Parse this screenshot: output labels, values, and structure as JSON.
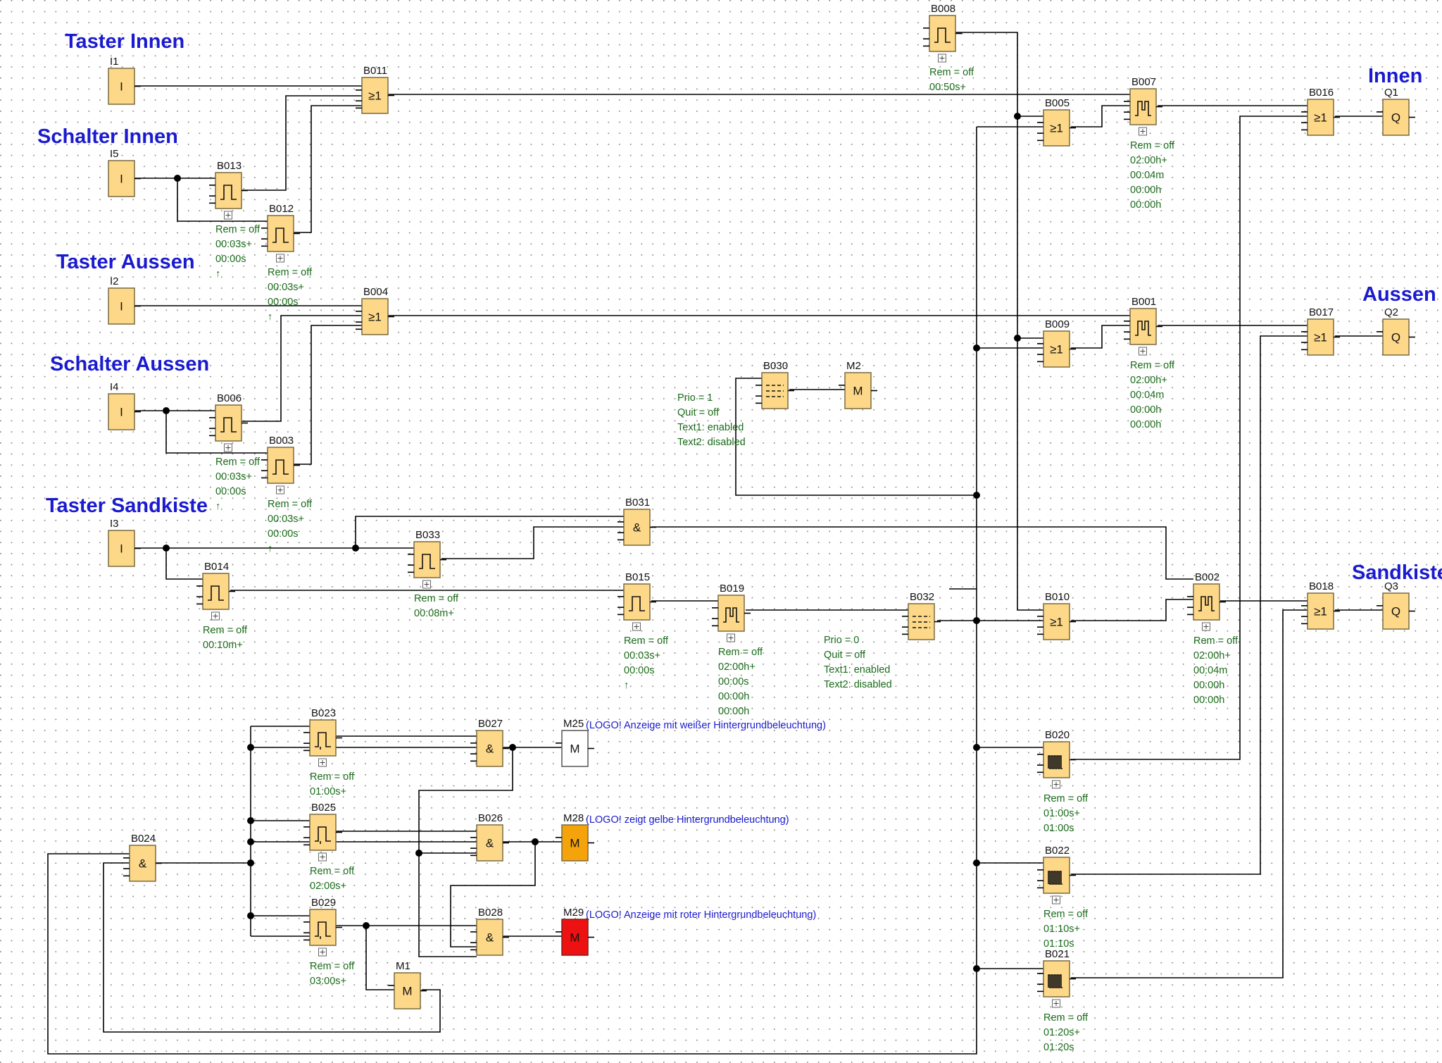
{
  "headers": {
    "taster_innen": "Taster Innen",
    "schalter_innen": "Schalter Innen",
    "taster_aussen": "Taster Aussen",
    "schalter_aussen": "Schalter Aussen",
    "taster_sandkiste": "Taster Sandkiste",
    "innen": "Innen",
    "aussen": "Aussen",
    "sandkiste": "Sandkiste"
  },
  "blocks": [
    {
      "id": "I1",
      "label": "I1",
      "symbol": "I",
      "kind": "input",
      "params": []
    },
    {
      "id": "I5",
      "label": "I5",
      "symbol": "I",
      "kind": "input",
      "params": []
    },
    {
      "id": "I2",
      "label": "I2",
      "symbol": "I",
      "kind": "input",
      "params": []
    },
    {
      "id": "I4",
      "label": "I4",
      "symbol": "I",
      "kind": "input",
      "params": []
    },
    {
      "id": "I3",
      "label": "I3",
      "symbol": "I",
      "kind": "input",
      "params": []
    },
    {
      "id": "B013",
      "label": "B013",
      "symbol": "",
      "kind": "pulse",
      "params": [
        "Rem = off",
        "00:03s+",
        "00:00s",
        "↑"
      ]
    },
    {
      "id": "B012",
      "label": "B012",
      "symbol": "",
      "kind": "pulse",
      "params": [
        "Rem = off",
        "00:03s+",
        "00:00s",
        "↑"
      ]
    },
    {
      "id": "B011",
      "label": "B011",
      "symbol": "≥1",
      "kind": "or",
      "params": []
    },
    {
      "id": "B006",
      "label": "B006",
      "symbol": "",
      "kind": "pulse",
      "params": [
        "Rem = off",
        "00:03s+",
        "00:00s",
        "↑"
      ]
    },
    {
      "id": "B003",
      "label": "B003",
      "symbol": "",
      "kind": "pulse",
      "params": [
        "Rem = off",
        "00:03s+",
        "00:00s",
        "↑"
      ]
    },
    {
      "id": "B004",
      "label": "B004",
      "symbol": "≥1",
      "kind": "or",
      "params": []
    },
    {
      "id": "B014",
      "label": "B014",
      "symbol": "",
      "kind": "pulse",
      "params": [
        "Rem = off",
        "00:10m+"
      ]
    },
    {
      "id": "B033",
      "label": "B033",
      "symbol": "",
      "kind": "pulse",
      "params": [
        "Rem = off",
        "00:08m+"
      ]
    },
    {
      "id": "B031",
      "label": "B031",
      "symbol": "&",
      "kind": "and",
      "params": []
    },
    {
      "id": "B015",
      "label": "B015",
      "symbol": "",
      "kind": "pulse",
      "params": [
        "Rem = off",
        "00:03s+",
        "00:00s",
        "↑"
      ]
    },
    {
      "id": "B019",
      "label": "B019",
      "symbol": "",
      "kind": "stair",
      "params": [
        "Rem = off",
        "02:00h+",
        "00:00s",
        "00:00h",
        "00:00h"
      ]
    },
    {
      "id": "B032",
      "label": "B032",
      "symbol": "",
      "kind": "text",
      "params": [
        "Prio = 0",
        "Quit = off",
        "Text1: enabled",
        "Text2: disabled"
      ]
    },
    {
      "id": "B008",
      "label": "B008",
      "symbol": "",
      "kind": "pulse",
      "params": [
        "Rem = off",
        "00:50s+"
      ]
    },
    {
      "id": "B005",
      "label": "B005",
      "symbol": "≥1",
      "kind": "or",
      "params": []
    },
    {
      "id": "B009",
      "label": "B009",
      "symbol": "≥1",
      "kind": "or",
      "params": []
    },
    {
      "id": "B010",
      "label": "B010",
      "symbol": "≥1",
      "kind": "or",
      "params": []
    },
    {
      "id": "B030",
      "label": "B030",
      "symbol": "",
      "kind": "text",
      "params": [
        "Prio = 1",
        "Quit = off",
        "Text1: enabled",
        "Text2: disabled"
      ]
    },
    {
      "id": "M2",
      "label": "M2",
      "symbol": "M",
      "kind": "flag",
      "params": []
    },
    {
      "id": "B007",
      "label": "B007",
      "symbol": "",
      "kind": "stair",
      "params": [
        "Rem = off",
        "02:00h+",
        "00:04m",
        "00:00h",
        "00:00h"
      ]
    },
    {
      "id": "B001",
      "label": "B001",
      "symbol": "",
      "kind": "stair",
      "params": [
        "Rem = off",
        "02:00h+",
        "00:04m",
        "00:00h",
        "00:00h"
      ]
    },
    {
      "id": "B002",
      "label": "B002",
      "symbol": "",
      "kind": "stair",
      "params": [
        "Rem = off",
        "02:00h+",
        "00:04m",
        "00:00h",
        "00:00h"
      ]
    },
    {
      "id": "B016",
      "label": "B016",
      "symbol": "≥1",
      "kind": "or",
      "params": []
    },
    {
      "id": "B017",
      "label": "B017",
      "symbol": "≥1",
      "kind": "or",
      "params": []
    },
    {
      "id": "B018",
      "label": "B018",
      "symbol": "≥1",
      "kind": "or",
      "params": []
    },
    {
      "id": "Q1",
      "label": "Q1",
      "symbol": "Q",
      "kind": "output",
      "params": []
    },
    {
      "id": "Q2",
      "label": "Q2",
      "symbol": "Q",
      "kind": "output",
      "params": []
    },
    {
      "id": "Q3",
      "label": "Q3",
      "symbol": "Q",
      "kind": "output",
      "params": []
    },
    {
      "id": "B020",
      "label": "B020",
      "symbol": "",
      "kind": "clock",
      "params": [
        "Rem = off",
        "01:00s+",
        "01:00s"
      ]
    },
    {
      "id": "B022",
      "label": "B022",
      "symbol": "",
      "kind": "clock",
      "params": [
        "Rem = off",
        "01:10s+",
        "01:10s"
      ]
    },
    {
      "id": "B021",
      "label": "B021",
      "symbol": "",
      "kind": "clock",
      "params": [
        "Rem = off",
        "01:20s+",
        "01:20s"
      ]
    },
    {
      "id": "B023",
      "label": "B023",
      "symbol": "",
      "kind": "ondelay",
      "params": [
        "Rem = off",
        "01:00s+"
      ]
    },
    {
      "id": "B025",
      "label": "B025",
      "symbol": "",
      "kind": "ondelay",
      "params": [
        "Rem = off",
        "02:00s+"
      ]
    },
    {
      "id": "B029",
      "label": "B029",
      "symbol": "",
      "kind": "ondelay",
      "params": [
        "Rem = off",
        "03:00s+"
      ]
    },
    {
      "id": "B027",
      "label": "B027",
      "symbol": "&",
      "kind": "and",
      "params": []
    },
    {
      "id": "B026",
      "label": "B026",
      "symbol": "&",
      "kind": "and",
      "params": []
    },
    {
      "id": "B028",
      "label": "B028",
      "symbol": "&",
      "kind": "and",
      "params": []
    },
    {
      "id": "B024",
      "label": "B024",
      "symbol": "&",
      "kind": "and",
      "params": []
    },
    {
      "id": "M1",
      "label": "M1",
      "symbol": "M",
      "kind": "flag",
      "params": []
    },
    {
      "id": "M25",
      "label": "M25",
      "symbol": "M",
      "kind": "flag-white",
      "params": []
    },
    {
      "id": "M28",
      "label": "M28",
      "symbol": "M",
      "kind": "flag-orange",
      "params": []
    },
    {
      "id": "M29",
      "label": "M29",
      "symbol": "M",
      "kind": "flag-red",
      "params": []
    }
  ],
  "notes": {
    "M25": "(LOGO! Anzeige mit weißer Hintergrundbeleuchtung)",
    "M28": "(LOGO! zeigt gelbe Hintergrundbeleuchtung)",
    "M29": "(LOGO! Anzeige mit roter Hintergrundbeleuchtung)"
  },
  "colors": {
    "header": "#1a1ad0",
    "block": "#fdd888",
    "param": "#1a6b1a",
    "flag_orange": "#f5a30a",
    "flag_red": "#ee1111",
    "wire": "#000000"
  }
}
